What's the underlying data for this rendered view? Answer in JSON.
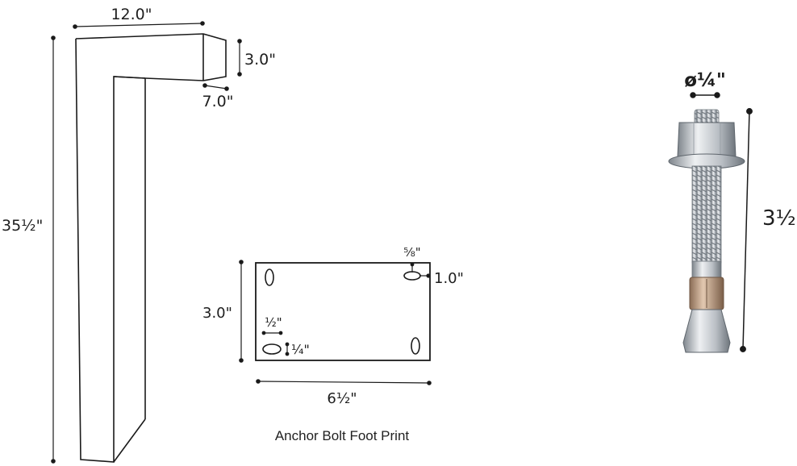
{
  "post_diagram": {
    "top_width": "12.0\"",
    "arm_height": "3.0\"",
    "arm_depth": "7.0\"",
    "post_height": "35½\""
  },
  "footprint": {
    "width": "6½\"",
    "height": "3.0\"",
    "hole_width_top": "⅝\"",
    "hole_offset": "1.0\"",
    "hole_width_bottom": "½\"",
    "hole_height": "¼\"",
    "caption": "Anchor Bolt Foot Print"
  },
  "anchor_bolt": {
    "diameter": "ø¼\"",
    "length": "3½\""
  },
  "colors": {
    "line": "#1a1a1a",
    "metal_light": "#e6e9ec",
    "metal_mid": "#b9bec4",
    "metal_dark": "#7e858c",
    "sleeve": "#c9a88a"
  }
}
